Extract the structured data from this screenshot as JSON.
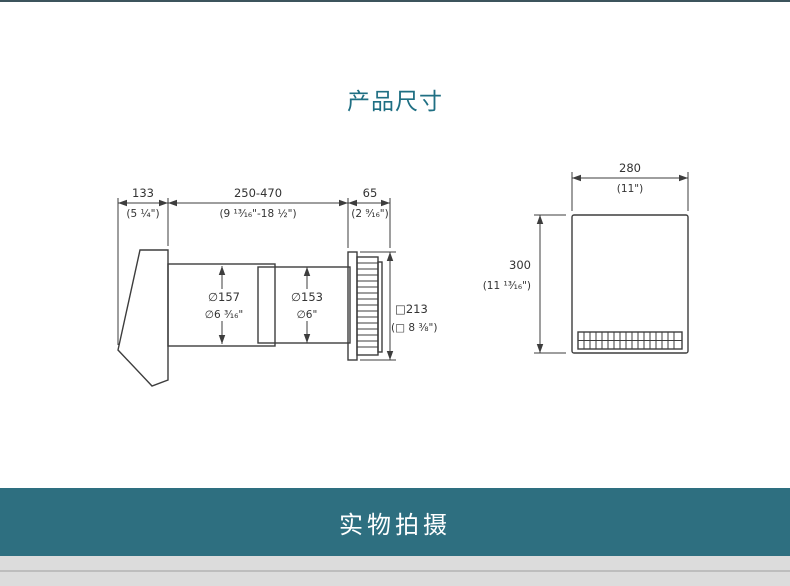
{
  "page": {
    "title": "产品尺寸",
    "section_banner": "实物拍摄"
  },
  "colors": {
    "accent": "#1f6f83",
    "banner_bg": "#2e6f80",
    "banner_text": "#ffffff",
    "line": "#3d3d3d"
  },
  "diagram": {
    "side": {
      "cap_mm": "133",
      "cap_in": "(5 ¼\")",
      "duct_mm": "250-470",
      "duct_in": "(9 ¹³⁄₁₆\"-18 ½\")",
      "depth_mm": "65",
      "depth_in": "(2 ⁹⁄₁₆\")",
      "outer_d1": "∅157",
      "outer_d2": "∅6 ³⁄₁₆\"",
      "inner_d1": "∅153",
      "inner_d2": "∅6\"",
      "plate_mm": "□213",
      "plate_in": "(□ 8 ⅜\")"
    },
    "front": {
      "width_mm": "280",
      "width_in": "(11\")",
      "height_mm": "300",
      "height_in": "(11 ¹³⁄₁₆\")"
    }
  }
}
